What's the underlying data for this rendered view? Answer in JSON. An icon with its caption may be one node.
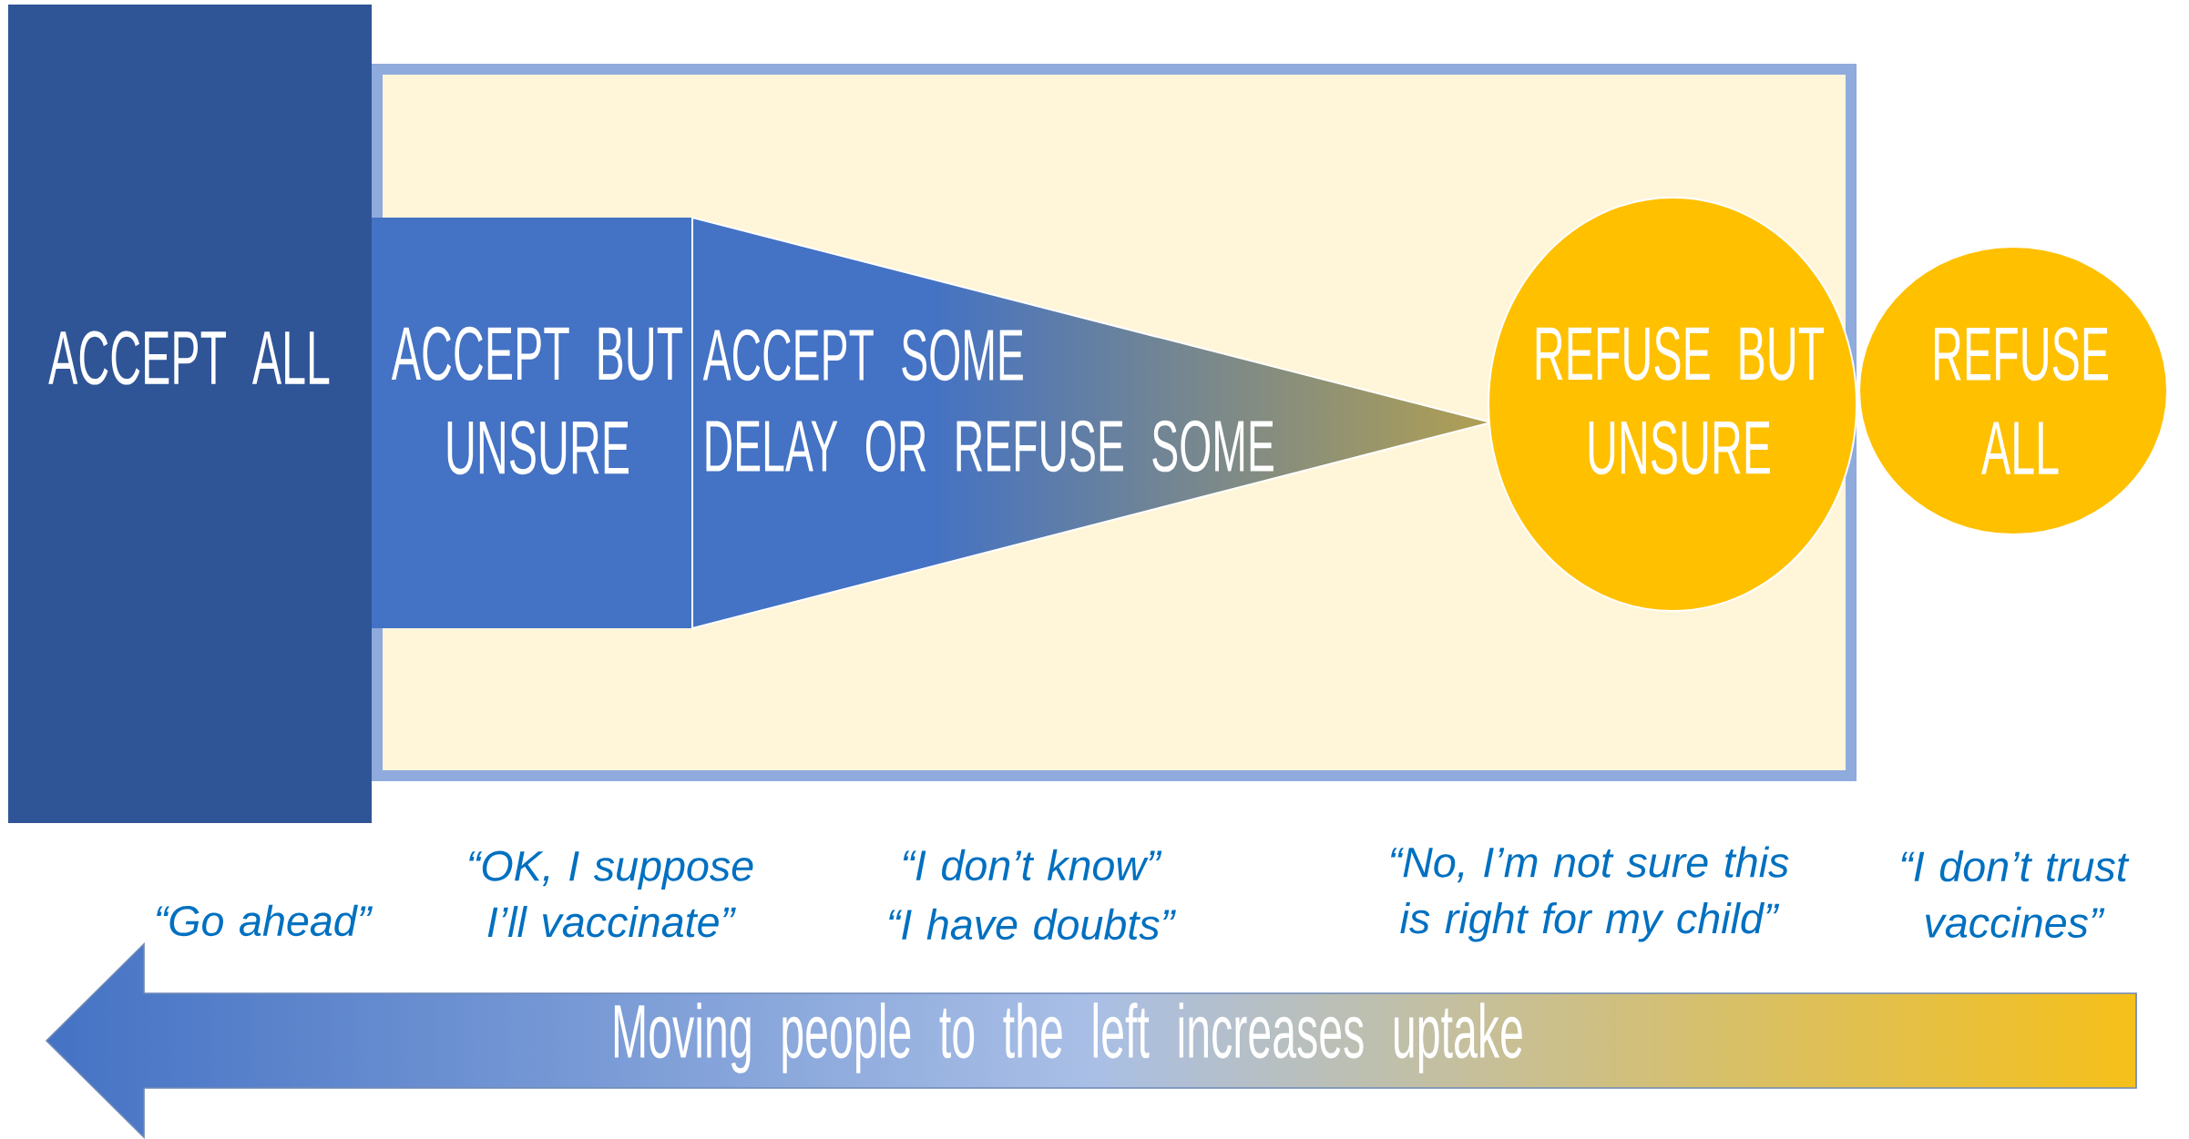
{
  "diagram": {
    "nodes": [
      {
        "text": [
          "ACCEPT ALL"
        ]
      },
      {
        "text": [
          "ACCEPT BUT UNSURE"
        ]
      },
      {
        "text": [
          "ACCEPT SOME",
          "DELAY OR REFUSE SOME"
        ]
      },
      {
        "text": [
          "REFUSE BUT UNSURE"
        ]
      },
      {
        "text": [
          "REFUSE ALL"
        ]
      },
      {
        "text": [
          "Moving people to the left increases uptake"
        ]
      }
    ],
    "edges": [],
    "labels": [
      "“Go ahead”",
      "“OK, I suppose I’ll vaccinate”",
      "“I don’t know”",
      "“I have doubts”",
      "“No, I’m not sure this is right for my child”",
      "“I don’t trust vaccines”"
    ]
  }
}
